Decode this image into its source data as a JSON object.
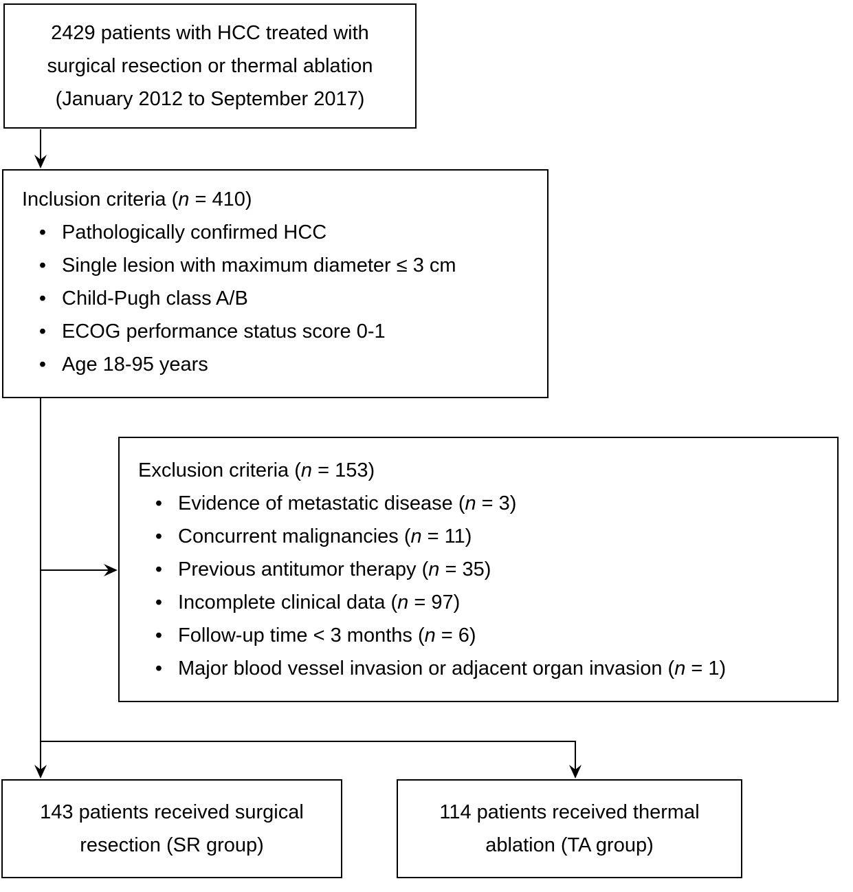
{
  "figure": {
    "bullet_char": "•",
    "cohort_box": {
      "lines": [
        "2429 patients with HCC treated with",
        "surgical resection or thermal ablation",
        "(January 2012 to September 2017)"
      ]
    },
    "inclusion_box": {
      "title": {
        "pre": "Inclusion criteria (",
        "it": "n",
        "post": " = 410)"
      },
      "items": [
        {
          "pre": "Pathologically confirmed HCC",
          "it": "",
          "post": ""
        },
        {
          "pre": "Single lesion with maximum diameter ≤ 3 cm",
          "it": "",
          "post": ""
        },
        {
          "pre": "Child-Pugh class A/B",
          "it": "",
          "post": ""
        },
        {
          "pre": "ECOG performance status score 0-1",
          "it": "",
          "post": ""
        },
        {
          "pre": "Age 18-95 years",
          "it": "",
          "post": ""
        }
      ]
    },
    "exclusion_box": {
      "title": {
        "pre": "Exclusion criteria (",
        "it": "n",
        "post": " = 153)"
      },
      "items": [
        {
          "pre": "Evidence of metastatic disease (",
          "it": "n",
          "post": " = 3)"
        },
        {
          "pre": "Concurrent malignancies (",
          "it": "n",
          "post": " = 11)"
        },
        {
          "pre": "Previous antitumor therapy (",
          "it": "n",
          "post": " = 35)"
        },
        {
          "pre": "Incomplete clinical data (",
          "it": "n",
          "post": " = 97)"
        },
        {
          "pre": "Follow-up time < 3 months (",
          "it": "n",
          "post": " = 6)"
        },
        {
          "pre": "Major blood vessel invasion or adjacent organ invasion (",
          "it": "n",
          "post": " = 1)"
        }
      ]
    },
    "sr_box": {
      "lines": [
        "143 patients received surgical",
        "resection (SR group)"
      ]
    },
    "ta_box": {
      "lines": [
        "114 patients received thermal",
        "ablation (TA group)"
      ]
    }
  },
  "colors": {
    "line": "#000000",
    "border": "#000000",
    "text": "#000000",
    "background": "#ffffff"
  }
}
